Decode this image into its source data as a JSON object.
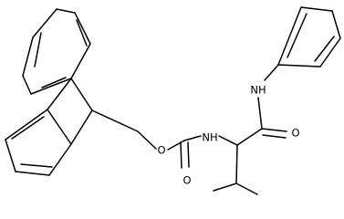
{
  "molecule": {
    "labels": {
      "ester_oxygen": "O",
      "carbamate_nh": "NH",
      "carbonyl_oxygen_carbamate": "O",
      "amide_nh": "NH",
      "carbonyl_oxygen_amide": "O"
    },
    "colors": {
      "bond": "#000000",
      "text": "#000000",
      "background": "#ffffff"
    }
  }
}
